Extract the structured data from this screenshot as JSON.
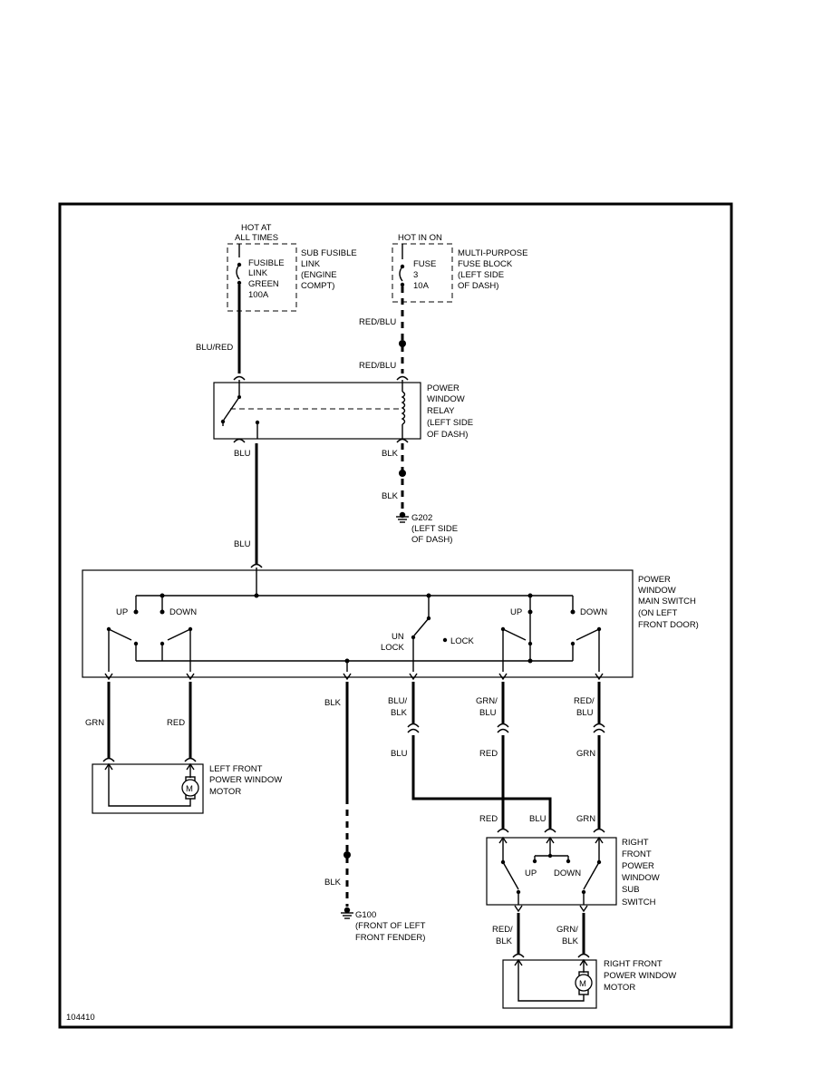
{
  "figure_id": "104410",
  "sources": {
    "hot_at_all_times": [
      "HOT AT",
      "ALL TIMES"
    ],
    "hot_in_on": "HOT IN ON",
    "fusible_link_box": [
      "FUSIBLE",
      "LINK",
      "GREEN",
      "100A"
    ],
    "fusible_link_desc": [
      "SUB FUSIBLE",
      "LINK",
      "(ENGINE",
      "COMPT)"
    ],
    "fuse_box": [
      "FUSE",
      "3",
      "10A"
    ],
    "fuse_block_desc": [
      "MULTI-PURPOSE",
      "FUSE BLOCK",
      "(LEFT SIDE",
      "OF DASH)"
    ]
  },
  "relay": {
    "desc": [
      "POWER",
      "WINDOW",
      "RELAY",
      "(LEFT SIDE",
      "OF DASH)"
    ]
  },
  "grounds": {
    "g202": [
      "G202",
      "(LEFT SIDE",
      "OF DASH)"
    ],
    "g100": [
      "G100",
      "(FRONT OF LEFT",
      "FRONT FENDER)"
    ]
  },
  "main_switch": {
    "desc": [
      "POWER",
      "WINDOW",
      "MAIN SWITCH",
      "(ON LEFT",
      "FRONT DOOR)"
    ],
    "labels": {
      "up_left": "UP",
      "down_left": "DOWN",
      "up_right": "UP",
      "down_right": "DOWN",
      "unlock": [
        "UN",
        "LOCK"
      ],
      "lock": "LOCK"
    }
  },
  "left_motor": {
    "desc": [
      "LEFT FRONT",
      "POWER WINDOW",
      "MOTOR"
    ],
    "symbol": "M"
  },
  "sub_switch": {
    "desc": [
      "RIGHT",
      "FRONT",
      "POWER",
      "WINDOW",
      "SUB",
      "SWITCH"
    ],
    "up": "UP",
    "down": "DOWN"
  },
  "right_motor": {
    "desc": [
      "RIGHT FRONT",
      "POWER WINDOW",
      "MOTOR"
    ],
    "symbol": "M"
  },
  "wires": {
    "blu_red": "BLU/RED",
    "red_blu_1": "RED/BLU",
    "red_blu_2": "RED/BLU",
    "blu_1": "BLU",
    "blk_1": "BLK",
    "blk_2": "BLK",
    "blu_2": "BLU",
    "grn_1": "GRN",
    "red_1": "RED",
    "blk_3": "BLK",
    "blu_blk": [
      "BLU/",
      "BLK"
    ],
    "grn_blu": [
      "GRN/",
      "BLU"
    ],
    "red_blu_3": [
      "RED/",
      "BLU"
    ],
    "blu_3": "BLU",
    "red_2": "RED",
    "grn_2": "GRN",
    "red_3": "RED",
    "blu_4": "BLU",
    "grn_3": "GRN",
    "blk_4": "BLK",
    "red_blk": [
      "RED/",
      "BLK"
    ],
    "grn_blk": [
      "GRN/",
      "BLK"
    ]
  }
}
